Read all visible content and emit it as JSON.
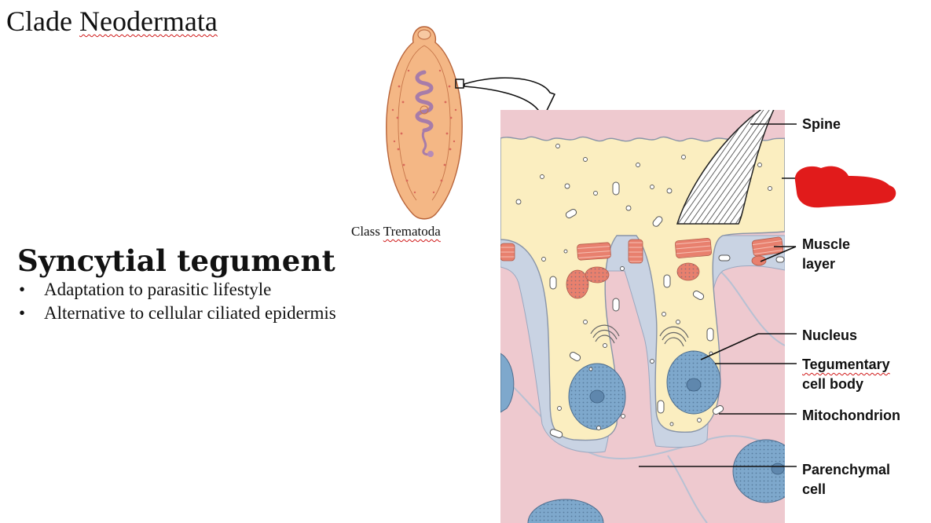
{
  "slide": {
    "title_prefix": "Clade ",
    "title_main": "Neodermata",
    "caption_prefix": "Class ",
    "caption_main": "Trematoda",
    "heading": "Syncytial tegument",
    "bullets": [
      "Adaptation to parasitic lifestyle",
      "Alternative to cellular ciliated epidermis"
    ]
  },
  "diagram": {
    "labels": {
      "spine": "Spine",
      "muscle_1": "Muscle",
      "muscle_2": "layer",
      "nucleus": "Nucleus",
      "tegumentary_1": "Tegumentary",
      "tegumentary_2": "cell body",
      "mitochondrion": "Mitochondrion",
      "parenchymal_1": "Parenchymal",
      "parenchymal_2": "cell"
    },
    "colors": {
      "tegument": "#fbeec0",
      "parenchyma": "#eec9cf",
      "basal_lamina": "#c9d3e3",
      "muscle": "#e8806e",
      "nucleus": "#7ea8cc",
      "worm_body": "#f4b785",
      "redaction": "#e11b1b"
    }
  }
}
